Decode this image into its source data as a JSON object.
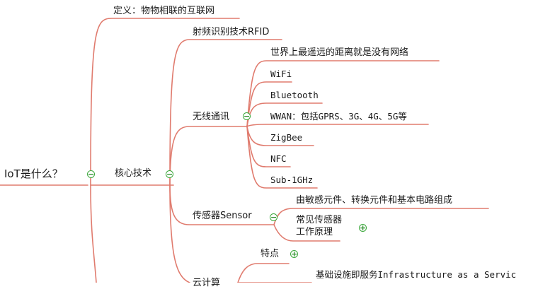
{
  "theme": {
    "edge_color": "#e07b6e",
    "toggle_color": "#3aa83a"
  },
  "root": {
    "label": "IoT是什么？",
    "toggle": "−"
  },
  "definition": {
    "label": "定义：物物相联的互联网"
  },
  "core": {
    "label": "核心技术",
    "toggle": "−",
    "rfid": {
      "label": "射频识别技术RFID"
    },
    "wireless": {
      "label": "无线通讯",
      "toggle": "−",
      "items": [
        "世界上最遥远的距离就是没有网络",
        "WiFi",
        "Bluetooth",
        "WWAN：包括GPRS、3G、4G、5G等",
        "ZigBee",
        "NFC",
        "Sub-1GHz"
      ]
    },
    "sensor": {
      "label": "传感器Sensor",
      "toggle": "−",
      "composition": "由敏感元件、转换元件和基本电路组成",
      "common_line1": "常见传感器",
      "common_line2": "工作原理",
      "common_toggle": "+"
    },
    "cloud": {
      "label": "云计算",
      "features": "特点",
      "features_toggle": "+",
      "iaas": "基础设施即服务Infrastructure as a Servic"
    }
  }
}
